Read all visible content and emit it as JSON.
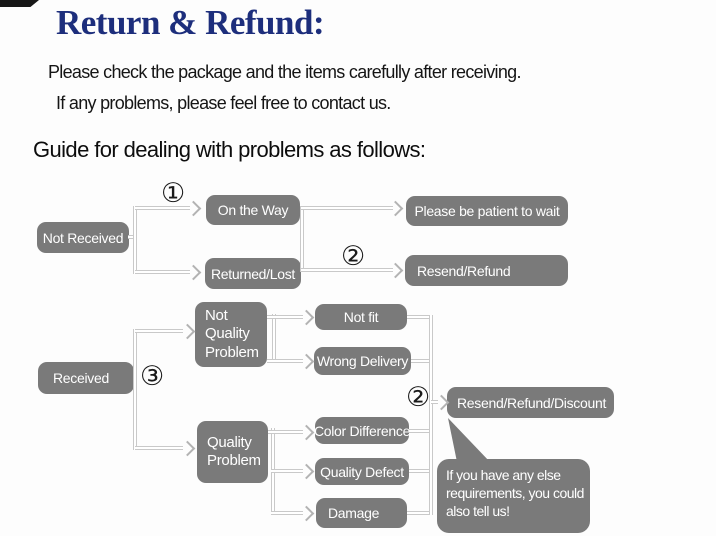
{
  "page": {
    "title": "Return & Refund:",
    "intro_line1": "Please check the package and the items carefully after receiving.",
    "intro_line2": "If any problems, please feel free to contact us.",
    "guide_heading": "Guide for dealing with problems as follows:"
  },
  "colors": {
    "title_navy": "#1d2e7c",
    "node_gray": "#7a7a7a",
    "node_text": "#ffffff",
    "connector_gray": "#c9c9c9",
    "body_text": "#161616"
  },
  "flow": {
    "steps": {
      "one": "①",
      "two": "②",
      "three": "③"
    },
    "nodes": {
      "not_received": "Not Received",
      "on_the_way": "On the Way",
      "returned_lost": "Returned/Lost",
      "please_wait": "Please be patient to wait",
      "resend_refund": "Resend/Refund",
      "received": "Received",
      "not_quality_problem": "Not\nQuality\nProblem",
      "not_fit": "Not fit",
      "wrong_delivery": "Wrong Delivery",
      "quality_problem": "Quality\nProblem",
      "color_difference": "Color Difference",
      "quality_defect": "Quality Defect",
      "damage": "Damage",
      "resend_refund_discount": "Resend/Refund/Discount"
    },
    "bubble_text": "If you have any else\nrequirements, you could\nalso tell us!"
  }
}
